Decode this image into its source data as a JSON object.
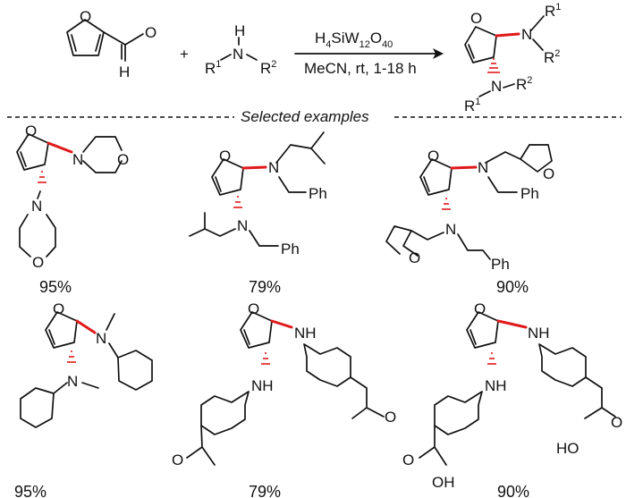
{
  "reaction": {
    "plus": "+",
    "amine_r1": "R",
    "amine_r1_sup": "1",
    "amine_n": "N",
    "amine_h": "H",
    "amine_r2": "R",
    "amine_r2_sup": "2",
    "aldehyde_o": "O",
    "aldehyde_h": "H",
    "ring_o": "O",
    "catalyst": "H4SiW12O40",
    "catalyst_parts": [
      "H",
      "4",
      "SiW",
      "12",
      "O",
      "40"
    ],
    "conditions": "MeCN, rt, 1-18 h",
    "product": {
      "ring_o": "O",
      "n_top": "N",
      "n_bottom": "N",
      "r1_top": "R",
      "r1_top_sup": "1",
      "r2_top": "R",
      "r2_top_sup": "2",
      "r1_bottom": "R",
      "r1_bottom_sup": "1",
      "r2_bottom": "R",
      "r2_bottom_sup": "2"
    }
  },
  "section_label": "Selected examples",
  "examples": [
    {
      "yield": "95%",
      "atoms": {
        "o_ring": "O",
        "n1": "N",
        "o_morph1": "O",
        "n2": "N",
        "o_morph2": "O"
      }
    },
    {
      "yield": "79%",
      "atoms": {
        "o_ring": "O",
        "n1": "N",
        "ph1": "Ph",
        "n2": "N",
        "ph2": "Ph"
      }
    },
    {
      "yield": "90%",
      "atoms": {
        "o_ring": "O",
        "n1": "N",
        "o_fur1": "O",
        "ph1": "Ph",
        "n2": "N",
        "o_fur2": "O",
        "ph2": "Ph"
      }
    },
    {
      "yield": "95%",
      "atoms": {
        "o_ring": "O",
        "n1": "N",
        "n2": "N"
      }
    },
    {
      "yield": "79%",
      "atoms": {
        "o_ring": "O",
        "nh1": "NH",
        "nh2": "NH",
        "o_ket1": "O",
        "o_ket2": "O"
      }
    },
    {
      "yield": "90%",
      "atoms": {
        "o_ring": "O",
        "nh1": "NH",
        "nh2": "NH",
        "oh1": "OH",
        "o1": "O",
        "oh2": "HO",
        "o2": "O"
      }
    }
  ]
}
